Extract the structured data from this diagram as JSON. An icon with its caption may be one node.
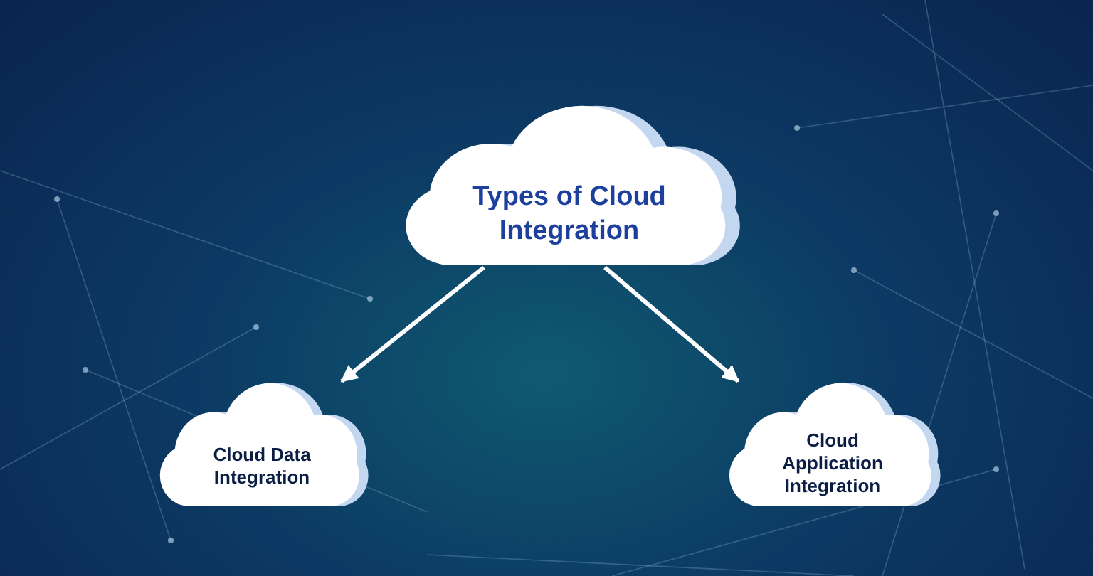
{
  "diagram": {
    "nodes": [
      {
        "text": [
          "Types of Cloud Integration"
        ]
      },
      {
        "text": [
          "Cloud Data Integration"
        ]
      },
      {
        "text": [
          "Cloud Application Integration"
        ]
      }
    ],
    "edges": [
      {
        "from": 0,
        "to": 1,
        "arrow": "to"
      },
      {
        "from": 0,
        "to": 2,
        "arrow": "to"
      }
    ]
  }
}
